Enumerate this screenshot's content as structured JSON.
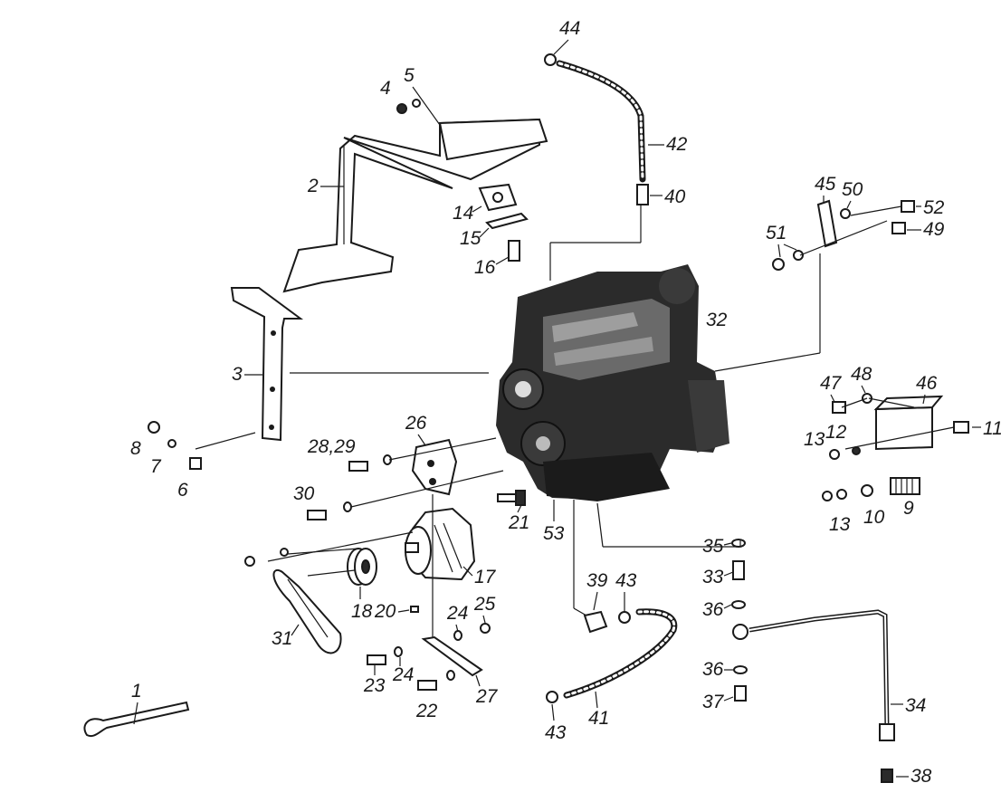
{
  "diagram": {
    "callouts": [
      "1",
      "2",
      "3",
      "4",
      "5",
      "6",
      "7",
      "8",
      "9",
      "10",
      "11",
      "12",
      "13",
      "14",
      "15",
      "16",
      "17",
      "18",
      "20",
      "21",
      "22",
      "23",
      "24",
      "25",
      "26",
      "27",
      "28,29",
      "30",
      "31",
      "32",
      "33",
      "34",
      "35",
      "36",
      "37",
      "38",
      "39",
      "40",
      "41",
      "42",
      "43",
      "44",
      "45",
      "46",
      "47",
      "48",
      "49",
      "50",
      "51",
      "52",
      "53"
    ],
    "label_positions_note": ""
  }
}
